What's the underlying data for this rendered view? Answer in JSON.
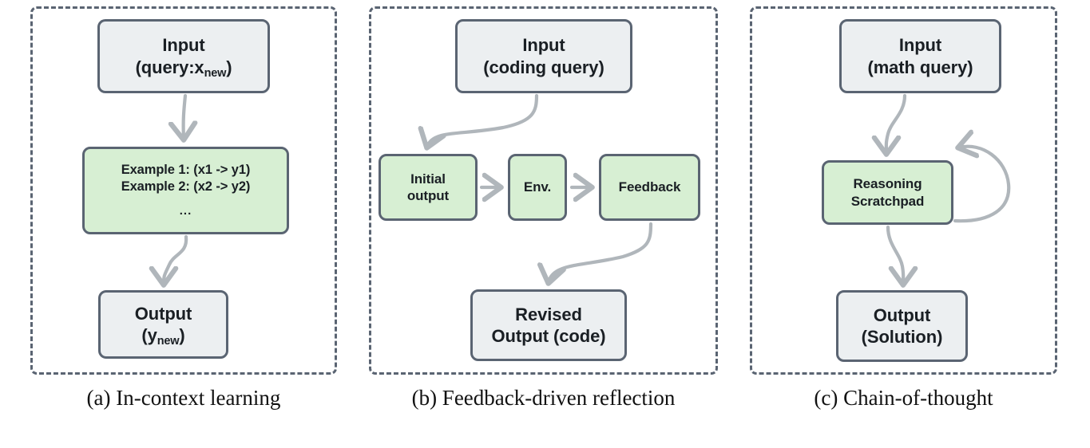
{
  "figure": {
    "colors": {
      "panel_border": "#5a6472",
      "node_border": "#5a6472",
      "node_grey_fill": "#eceff1",
      "node_green_fill": "#d7efd3",
      "arrow": "#b0b6bb",
      "text": "#1a1f24",
      "background": "#ffffff"
    }
  },
  "panels": [
    {
      "id": "a",
      "caption": "(a) In-context learning",
      "nodes": {
        "input": {
          "line1": "Input",
          "line2_pre": "(query:x",
          "line2_sub": "new",
          "line2_post": ")"
        },
        "examples": {
          "line1": "Example 1: (x1 -> y1)",
          "line2": "Example 2: (x2 -> y2)",
          "line3": "..."
        },
        "output": {
          "line1": "Output",
          "line2_pre": "(y",
          "line2_sub": "new",
          "line2_post": ")"
        }
      }
    },
    {
      "id": "b",
      "caption": "(b) Feedback-driven reflection",
      "nodes": {
        "input": {
          "line1": "Input",
          "line2": "(coding query)"
        },
        "initial": {
          "line1": "Initial",
          "line2": "output"
        },
        "env": {
          "line1": "Env."
        },
        "feedback": {
          "line1": "Feedback"
        },
        "revised": {
          "line1": "Revised",
          "line2": "Output (code)"
        }
      }
    },
    {
      "id": "c",
      "caption": "(c) Chain-of-thought",
      "nodes": {
        "input": {
          "line1": "Input",
          "line2": "(math query)"
        },
        "scratchpad": {
          "line1": "Reasoning",
          "line2": "Scratchpad"
        },
        "output": {
          "line1": "Output",
          "line2": "(Solution)"
        }
      }
    }
  ]
}
